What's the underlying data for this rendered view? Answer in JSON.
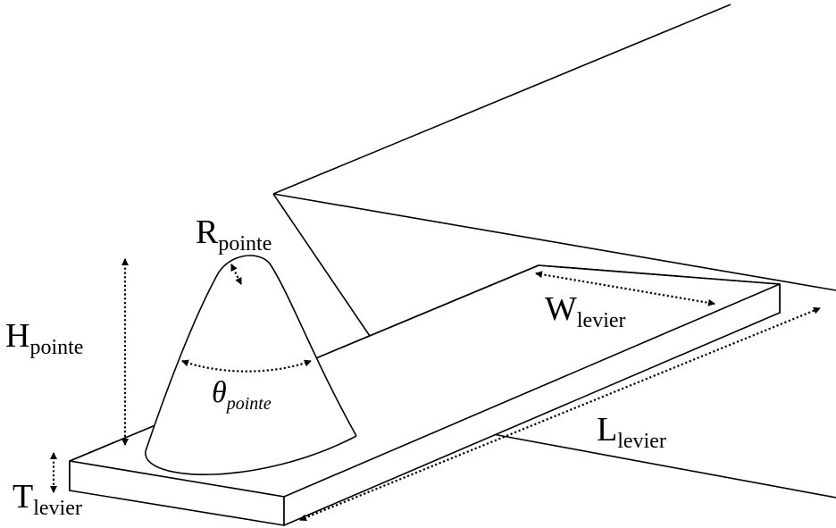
{
  "labels": {
    "r_pointe": {
      "main": "R",
      "sub": "pointe"
    },
    "h_pointe": {
      "main": "H",
      "sub": "pointe"
    },
    "theta_pointe": {
      "main": "θ",
      "sub": "pointe"
    },
    "w_levier": {
      "main": "W",
      "sub": "levier"
    },
    "l_levier": {
      "main": "L",
      "sub": "levier"
    },
    "t_levier": {
      "main": "T",
      "sub": "levier"
    }
  }
}
